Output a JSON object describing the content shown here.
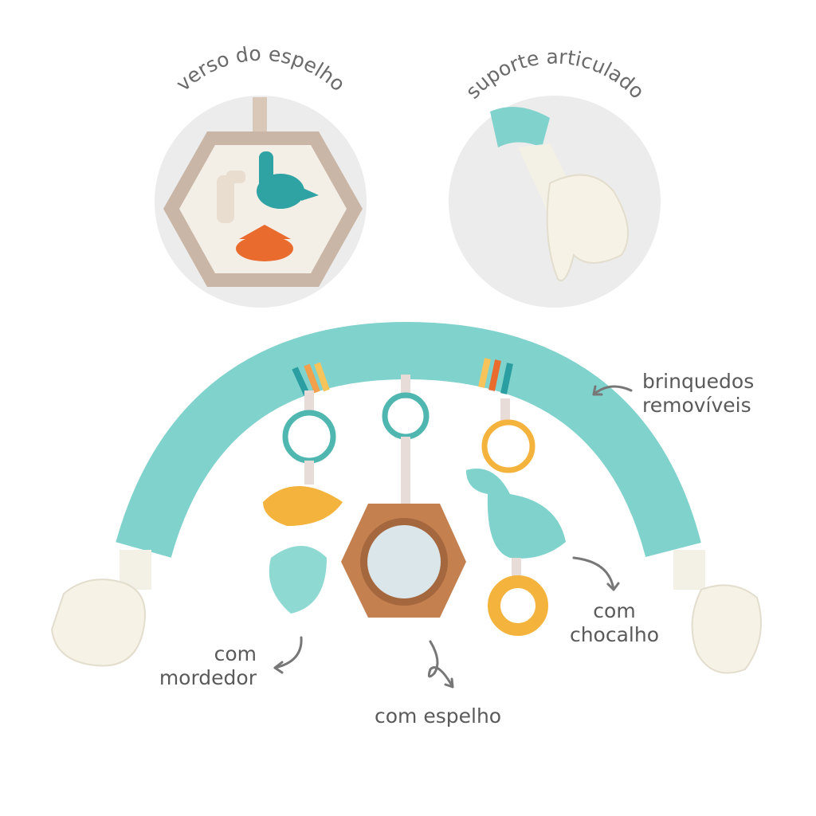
{
  "insets": {
    "mirror_back": {
      "title": "verso do espelho"
    },
    "joint": {
      "title": "suporte articulado"
    }
  },
  "callouts": {
    "removable": {
      "line1": "brinquedos",
      "line2": "removíveis"
    },
    "rattle": {
      "line1": "com",
      "line2": "chocalho"
    },
    "teether": {
      "line1": "com",
      "line2": "mordedor"
    },
    "mirror": {
      "line1": "com espelho"
    }
  },
  "colors": {
    "inset_bg": "#ececec",
    "arch": "#80d2cd",
    "ring": "#4fb6b0",
    "mirror_frame": "#c5804f",
    "yellow": "#f4b33c",
    "label": "#5a5a5a"
  }
}
